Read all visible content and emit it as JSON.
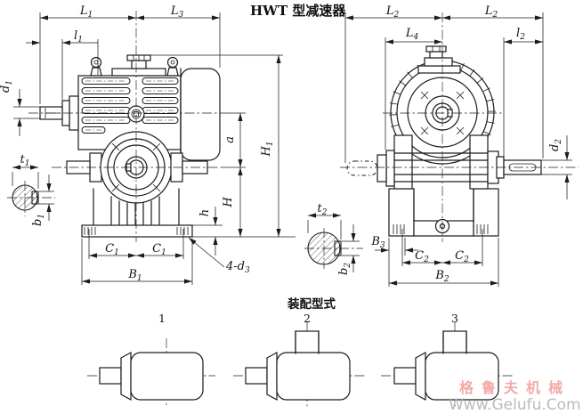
{
  "title": "HWT 型减速器",
  "assembly": {
    "heading": "装配型式",
    "types": [
      "1",
      "2",
      "3"
    ]
  },
  "watermark": {
    "line1": "格鲁夫机械",
    "line2": "Www.Gelufu.Com",
    "color": "#ee8f8b",
    "gray": "#b3b3b3"
  },
  "colors": {
    "line": "#1c1c1c",
    "background": "#ffffff"
  },
  "labels": {
    "L1": {
      "b": "L",
      "s": "1"
    },
    "L3": {
      "b": "L",
      "s": "3"
    },
    "l1": {
      "b": "l",
      "s": "1"
    },
    "d1": {
      "b": "d",
      "s": "1"
    },
    "t1": {
      "b": "t",
      "s": "1"
    },
    "b1": {
      "b": "b",
      "s": "1"
    },
    "C1": {
      "b": "C",
      "s": "1"
    },
    "B1": {
      "b": "B",
      "s": "1"
    },
    "d3": {
      "b": "4-d",
      "s": "3"
    },
    "a": {
      "b": "a",
      "s": ""
    },
    "H1": {
      "b": "H",
      "s": "1"
    },
    "H": {
      "b": "H",
      "s": ""
    },
    "h": {
      "b": "h",
      "s": ""
    },
    "L2": {
      "b": "L",
      "s": "2"
    },
    "L4": {
      "b": "L",
      "s": "4"
    },
    "l2": {
      "b": "l",
      "s": "2"
    },
    "d2": {
      "b": "d",
      "s": "2"
    },
    "t2": {
      "b": "t",
      "s": "2"
    },
    "b2": {
      "b": "b",
      "s": "2"
    },
    "B3": {
      "b": "B",
      "s": "3"
    },
    "C2": {
      "b": "C",
      "s": "2"
    },
    "B2": {
      "b": "B",
      "s": "2"
    }
  }
}
